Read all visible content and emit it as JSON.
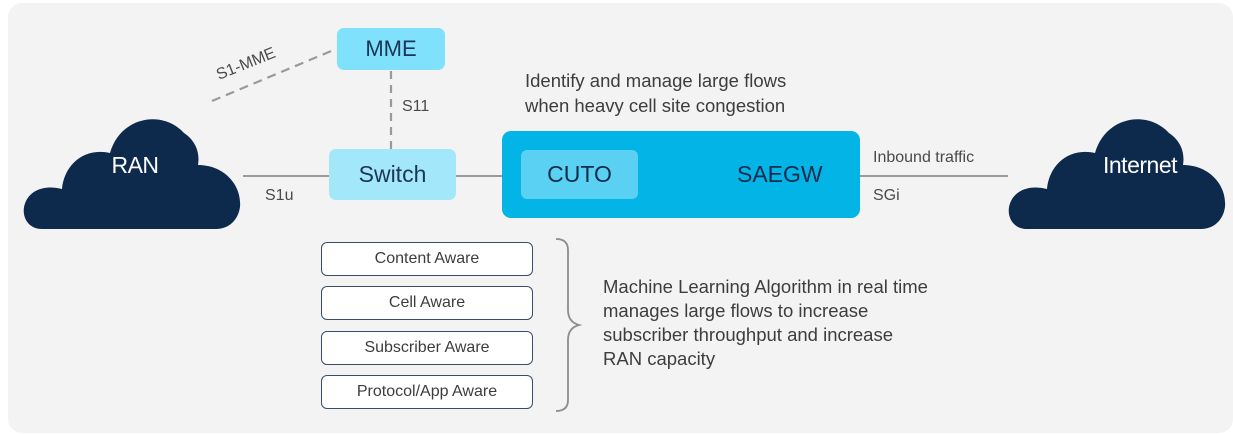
{
  "nodes": {
    "ran": "RAN",
    "internet": "Internet",
    "mme": "MME",
    "switch": "Switch",
    "cuto": "CUTO",
    "saegw": "SAEGW"
  },
  "links": {
    "s1_mme": "S1-MME",
    "s11": "S11",
    "s1u": "S1u",
    "sgi": "SGi",
    "inbound": "Inbound traffic"
  },
  "caption": {
    "line1": "Identify and manage large flows",
    "line2": "when heavy cell site congestion"
  },
  "aware_items": [
    "Content Aware",
    "Cell Aware",
    "Subscriber Aware",
    "Protocol/App Aware"
  ],
  "ml_text": {
    "line1": "Machine Learning Algorithm in real time",
    "line2": "manages large flows to increase",
    "line3": "subscriber throughput and increase",
    "line4": "RAN capacity"
  },
  "colors": {
    "cloud": "#0d2a4d",
    "mme": "#7fe1fb",
    "switch": "#a3e7fb",
    "saegw": "#03b4e6",
    "cuto": "#5ad1f2"
  }
}
